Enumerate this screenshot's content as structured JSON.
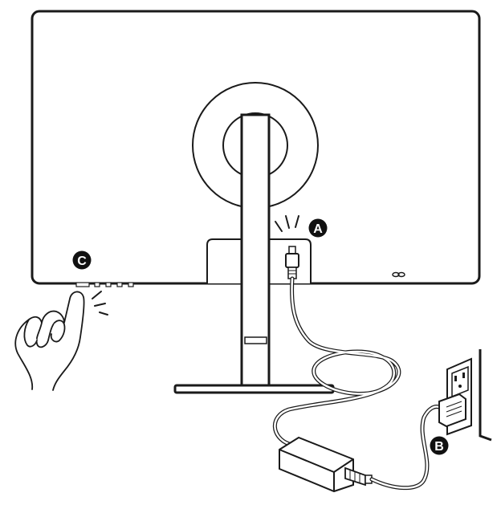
{
  "callouts": {
    "a": {
      "letter": "A",
      "meaning": "power-connector-on-monitor"
    },
    "b": {
      "letter": "B",
      "meaning": "plug-into-wall-outlet"
    },
    "c": {
      "letter": "C",
      "meaning": "press-power-button"
    }
  },
  "colors": {
    "line": "#1a1a1a",
    "fill": "#ffffff",
    "badge": "#111111",
    "badge_text": "#ffffff"
  },
  "icons": {
    "monitor_buttons": [
      "button-1",
      "button-2",
      "button-3",
      "button-4",
      "button-5"
    ],
    "small_logo": "link-icon"
  }
}
